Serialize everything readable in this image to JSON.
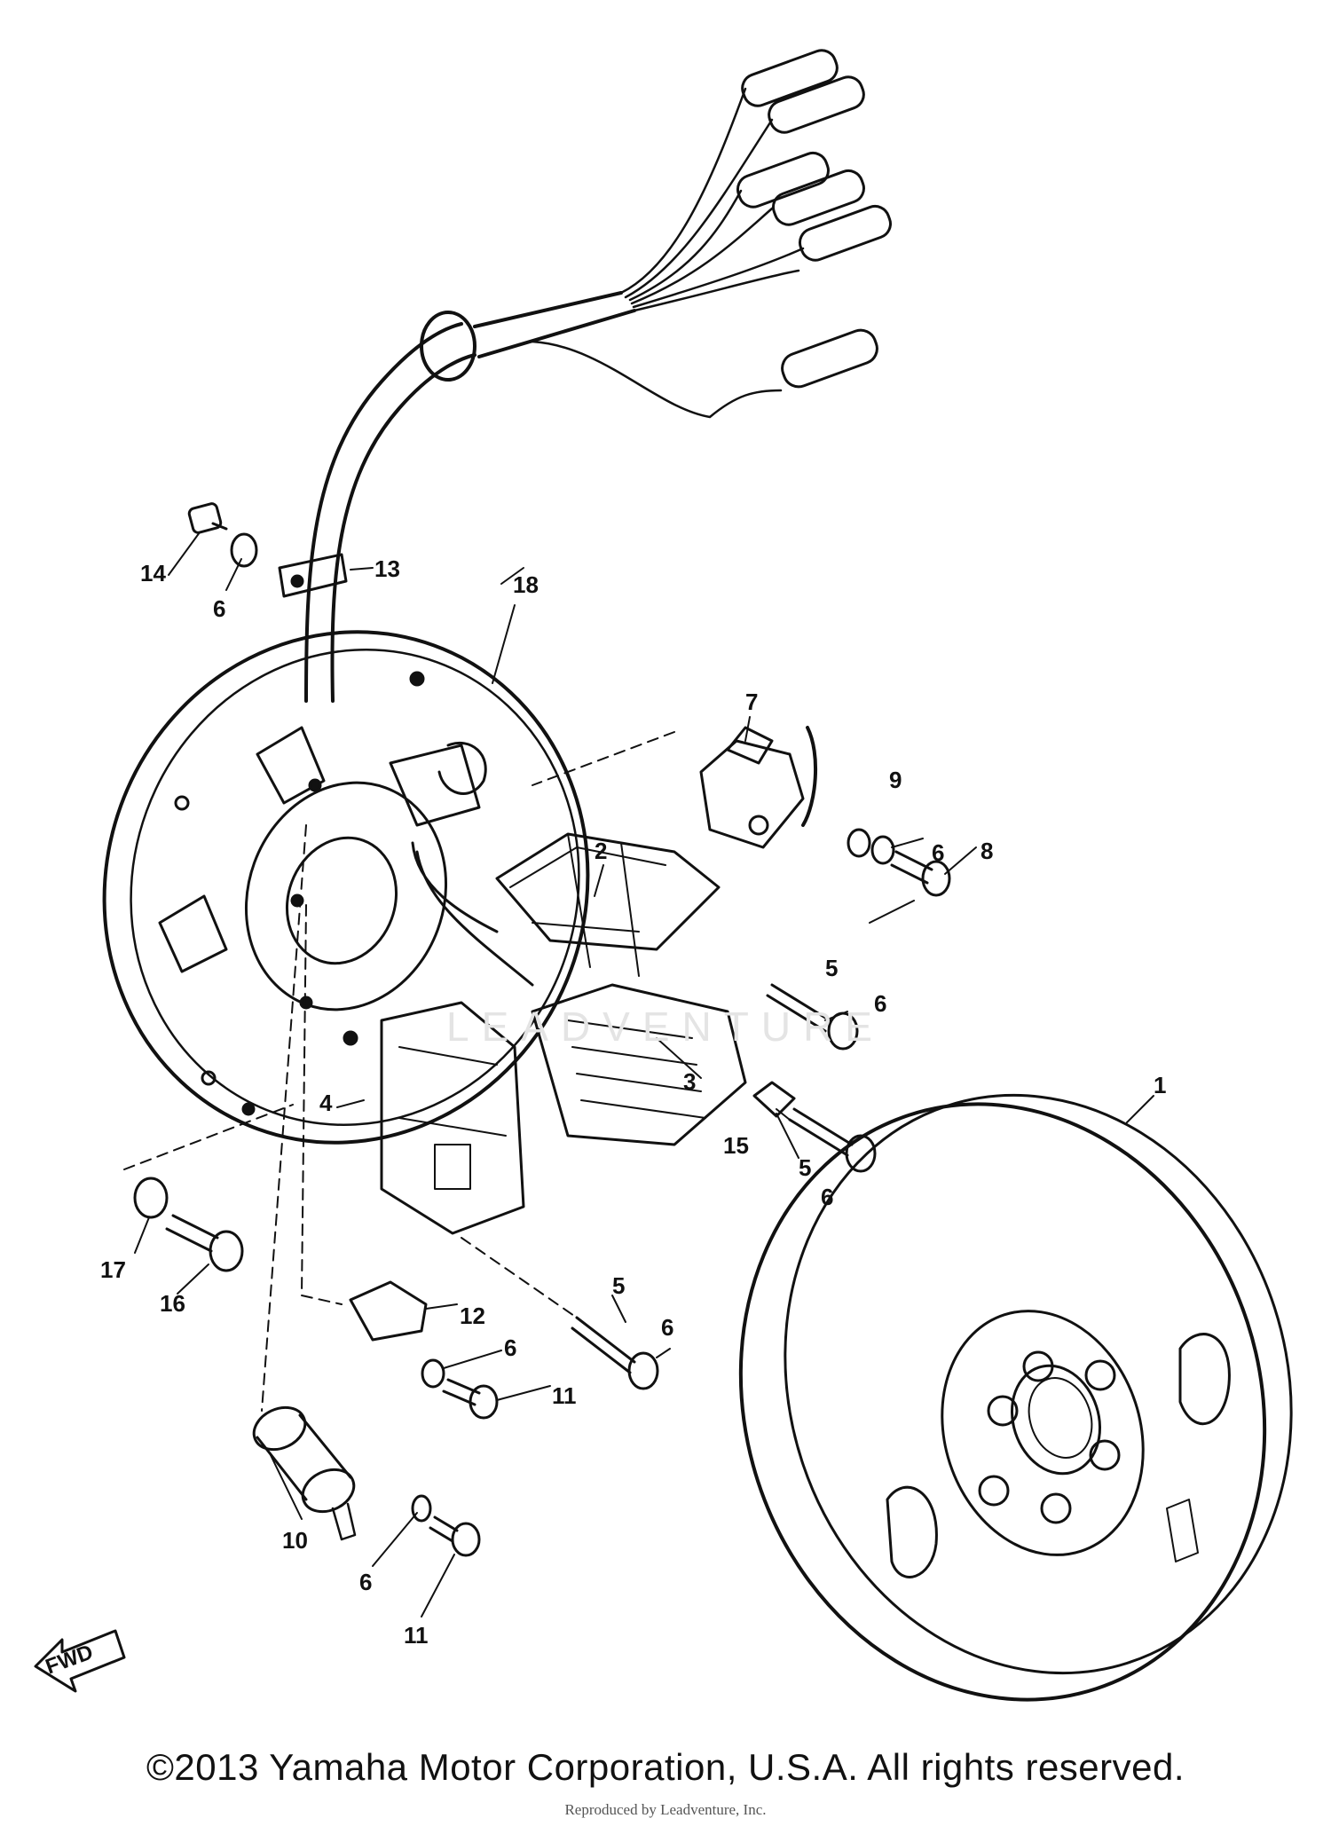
{
  "copyright": "©2013 Yamaha Motor Corporation, U.S.A. All rights reserved.",
  "credit": "Reproduced by Leadventure, Inc.",
  "watermark": "LEADVENTURE",
  "forward_marker": "FWD",
  "part_labels": {
    "flywheel": "1",
    "coil_upper": "2",
    "coil_right": "3",
    "coil_left": "4",
    "screw_a": "5",
    "screw_b": "5",
    "screw_c": "5",
    "washer_a": "6",
    "washer_b": "6",
    "washer_c": "6",
    "washer_d": "6",
    "washer_e": "6",
    "washer_f": "6",
    "contact_breaker": "7",
    "screw_points": "8",
    "washer_points": "9",
    "condenser": "10",
    "screw_d": "11",
    "screw_e": "11",
    "lighting_coil_clamp": "12",
    "lead_clamp": "13",
    "clamp_screw": "14",
    "lead_holder": "15",
    "stator_screw": "16",
    "stator_washer": "17",
    "stator_plate": "18"
  }
}
